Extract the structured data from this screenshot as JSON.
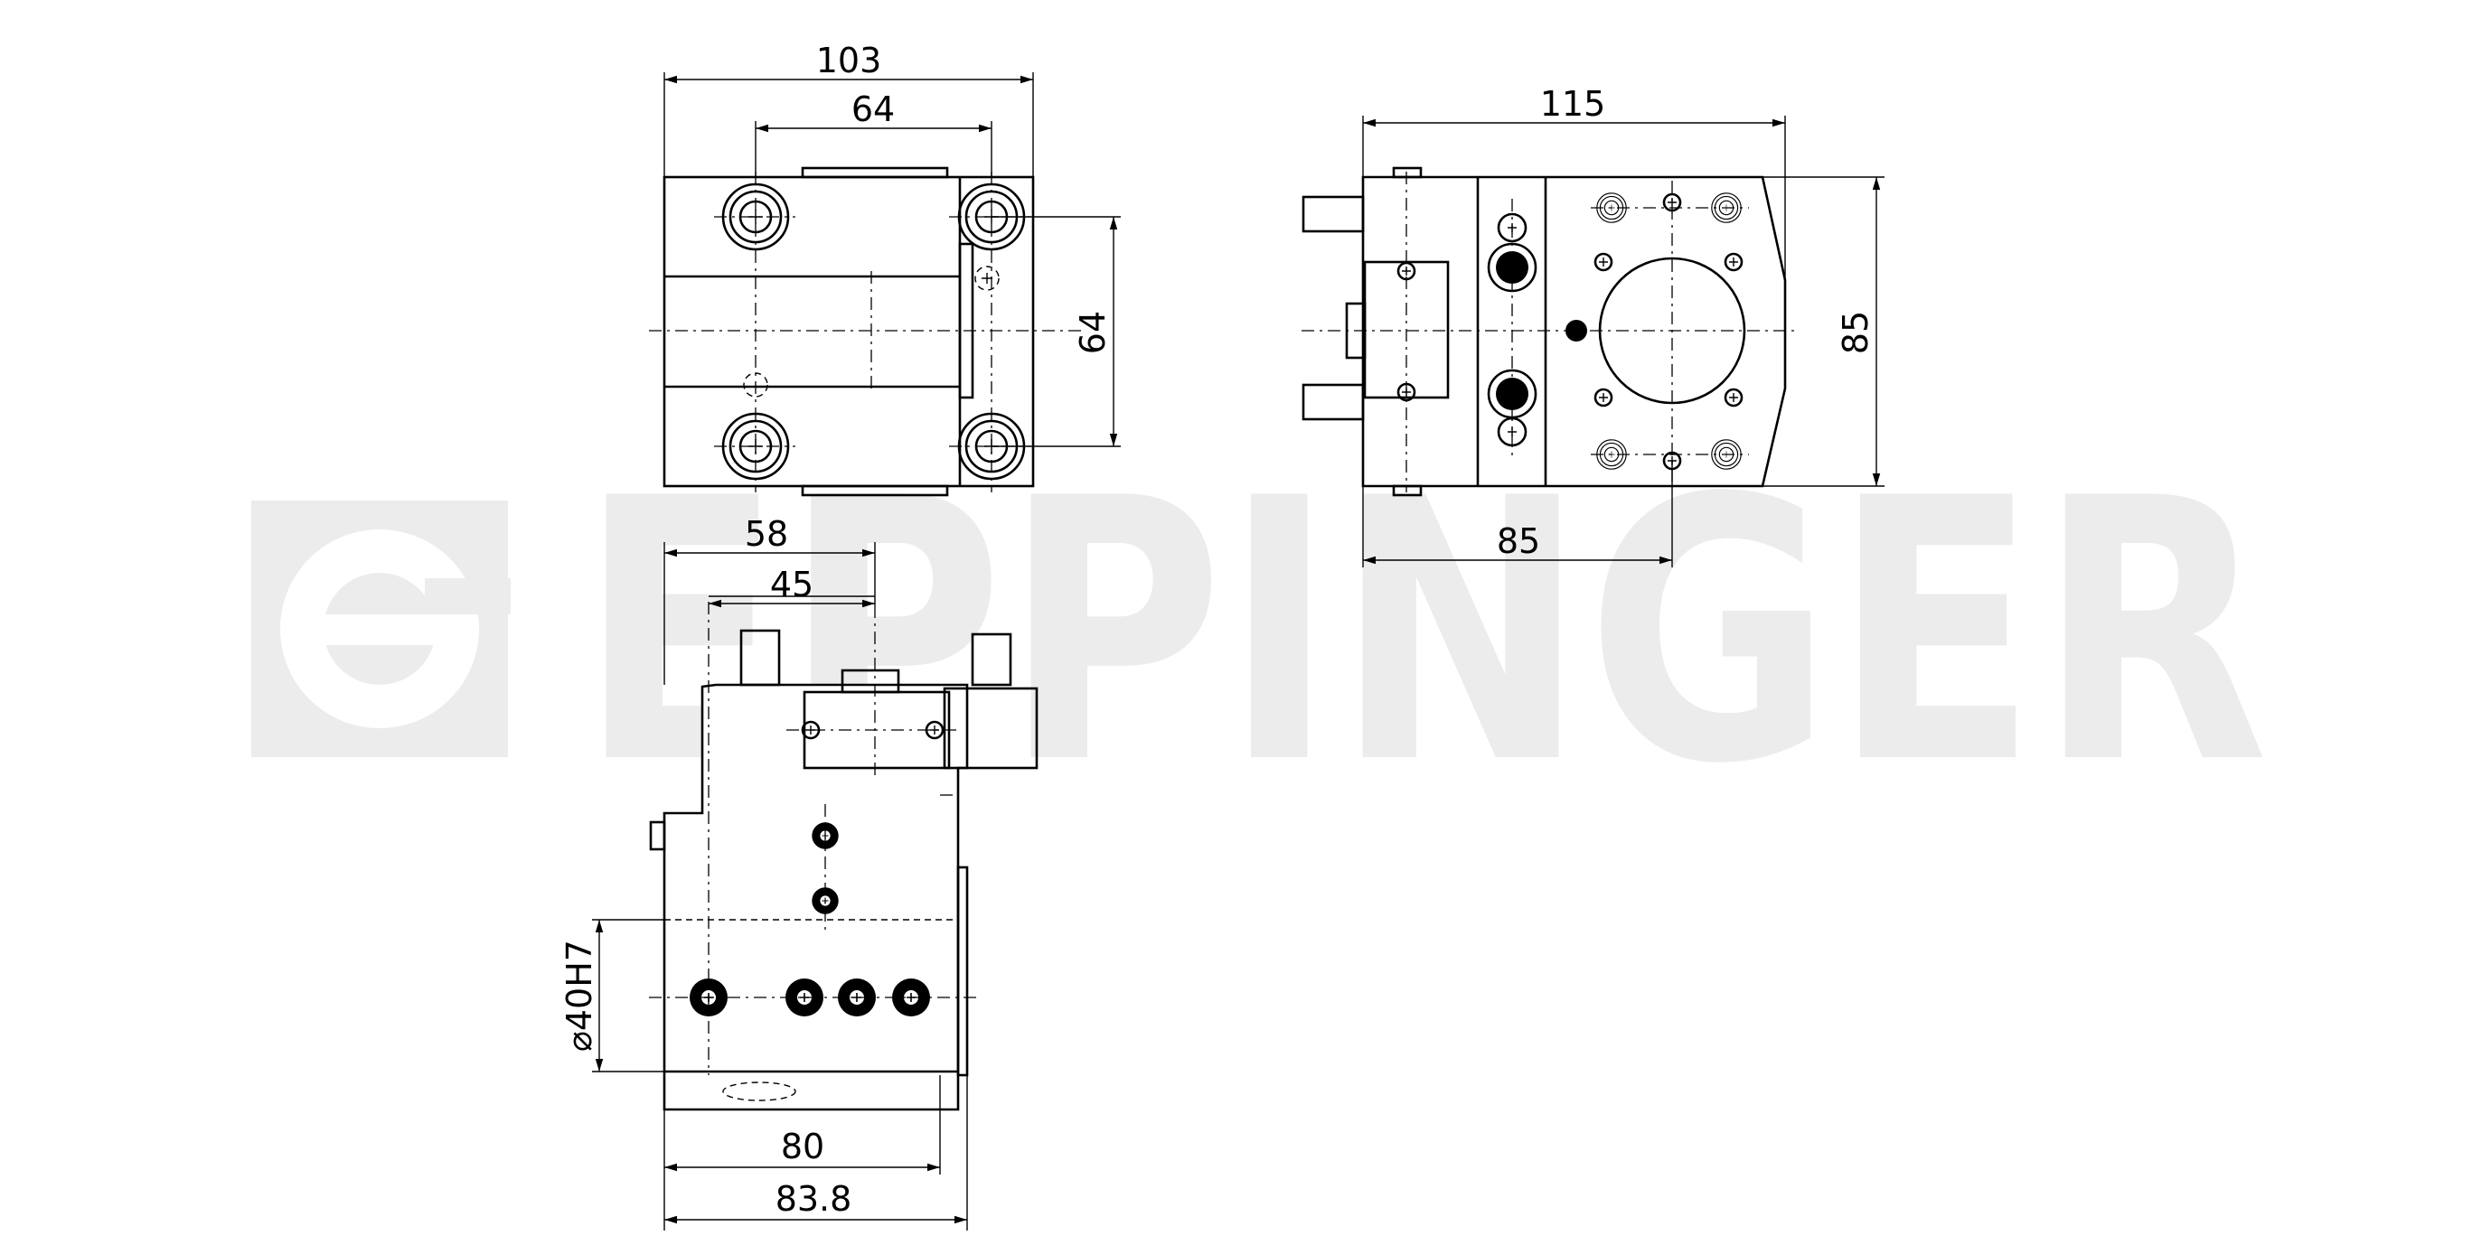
{
  "watermark": {
    "text": "EPPINGER",
    "color": "#ececec"
  },
  "top_view": {
    "dim_width": "103",
    "dim_hole_spacing": "64",
    "dim_side_height": "64"
  },
  "front_view": {
    "dim_width": "115",
    "dim_height": "85",
    "dim_center": "85"
  },
  "side_view": {
    "dim_58": "58",
    "dim_45": "45",
    "dim_bore": "⌀40H7",
    "dim_80": "80",
    "dim_838": "83.8"
  }
}
